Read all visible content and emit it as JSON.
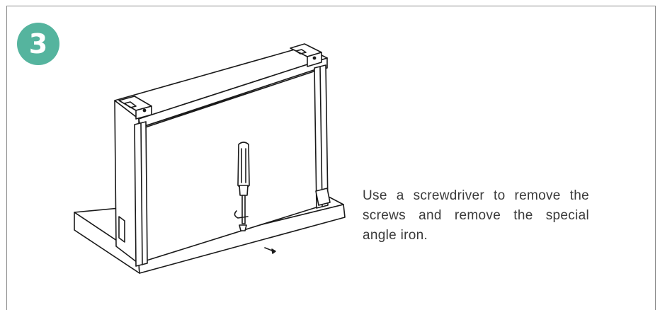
{
  "step": {
    "number": "3",
    "badge_color": "#55b49e"
  },
  "instruction": {
    "text": "Use a screwdriver to remove the screws and remove the special angle iron."
  },
  "illustration": {
    "subject": "cabinet-with-screwdriver-removing-angle-iron"
  }
}
